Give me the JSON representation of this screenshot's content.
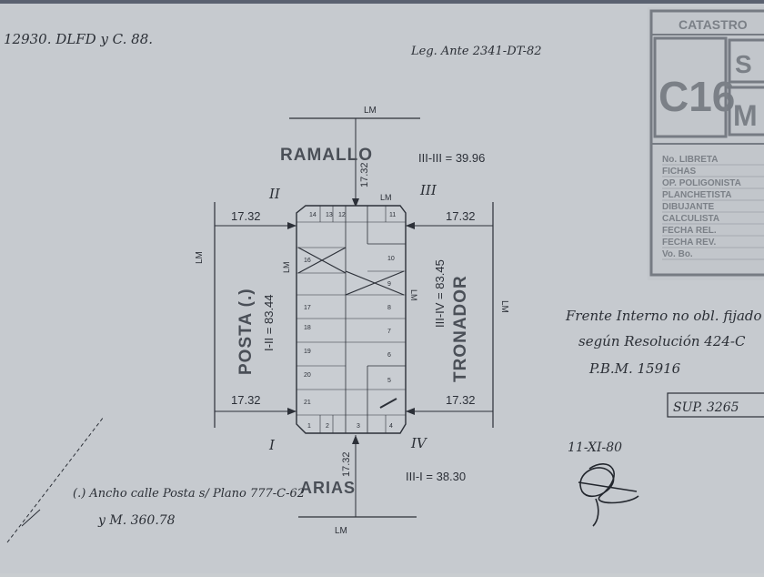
{
  "header": {
    "ref_left": "12930. DLFD y C. 88.",
    "ref_right": "Leg. Ante 2341-DT-82"
  },
  "streets": {
    "top": "RAMALLO",
    "bottom": "ARIAS",
    "left": "POSTA (.)",
    "right": "TRONADOR"
  },
  "measures": {
    "top_diag": "III-III = 39.96",
    "bottom_diag": "III-I = 38.30",
    "left_diag": "I-II = 83.44",
    "right_diag": "III-IV = 83.45",
    "top_street_width": "17.32",
    "bottom_street_width": "17.32",
    "left_top_width": "17.32",
    "left_bottom_width": "17.32",
    "right_top_width": "17.32",
    "right_bottom_width": "17.32",
    "lm_top": "LM",
    "lm_bottom": "LM",
    "lm_left": "LM",
    "lm_right": "LM",
    "lm_inner_top": "LM",
    "lm_inner_left": "LM",
    "lm_inner_right": "LM"
  },
  "corners": {
    "nw": "II",
    "ne": "III",
    "sw": "I",
    "se": "IV"
  },
  "notes": {
    "frente_line1": "Frente Interno no obl. fijado",
    "frente_line2": "según Resolución 424-C",
    "frente_line3": "P.B.M. 15916",
    "sup": "SUP. 3265",
    "date": "11-XI-80",
    "footnote_line1": "(.) Ancho calle Posta s/ Plano 777-C-62",
    "footnote_line2": "y M. 360.78"
  },
  "stamp": {
    "title": "CATASTRO",
    "code": "C16",
    "code_side_top": "S",
    "code_side_bottom": "M",
    "rows": [
      "No. LIBRETA",
      "FICHAS",
      "OP. POLIGONISTA",
      "PLANCHETISTA",
      "DIBUJANTE",
      "CALCULISTA",
      "FECHA REL.",
      "FECHA REV.",
      "Vo. Bo."
    ]
  },
  "lots": {
    "top_row": [
      "14",
      "13",
      "12",
      "11"
    ],
    "right_col": [
      "10",
      "9",
      "8",
      "7",
      "6",
      "5"
    ],
    "left_col": [
      "16",
      "17",
      "18",
      "19",
      "20",
      "21"
    ],
    "bottom_row": [
      "1",
      "2",
      "3",
      "4"
    ]
  }
}
